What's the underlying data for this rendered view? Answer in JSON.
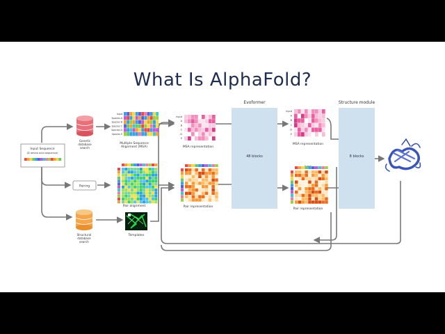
{
  "title": "What Is AlphaFold?",
  "input": {
    "label_line1": "Input Sequence",
    "label_line2": "(D amino acid sequence)"
  },
  "genetic_db": [
    "Genetic",
    "database",
    "search"
  ],
  "pairing": "Pairing",
  "structural_db": [
    "Structural",
    "database",
    "search"
  ],
  "msa_caption": [
    "Multiple Sequence",
    "Alignment (MSA)"
  ],
  "msa_rows": [
    "Input",
    "Species A",
    "Species B",
    "Species C",
    "Species D",
    "Species E"
  ],
  "pair_alignment": "Pair alignment",
  "templates": "Templates",
  "msa_repr": "MSA representation",
  "pair_repr": "Pair representation",
  "repr_rows": [
    "Input",
    "A",
    "B",
    "C",
    "D",
    "E"
  ],
  "input_tag": "Input",
  "evoformer": {
    "title": "Evoformer",
    "blocks": "48 blocks"
  },
  "structure_module": {
    "title": "Structure module",
    "blocks": "8 blocks"
  },
  "colors": {
    "title": "#1f2d4f",
    "module_fill": "#cfe0ef",
    "arrow": "#777777",
    "protein": "#3a55b5"
  }
}
